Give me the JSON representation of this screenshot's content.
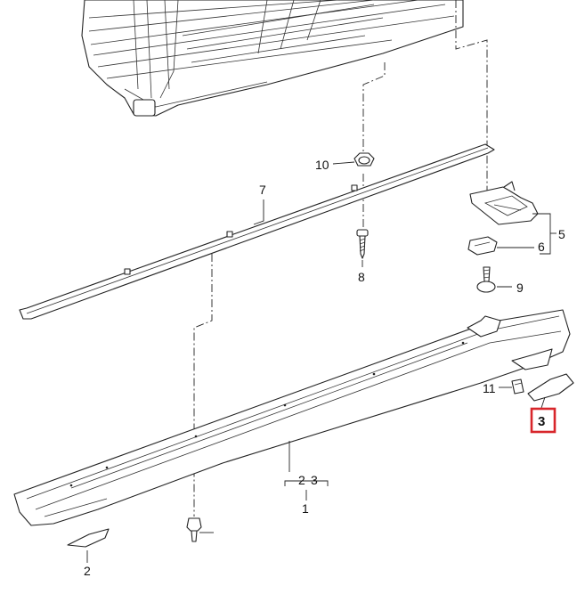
{
  "callouts": {
    "c10": "10",
    "c7": "7",
    "c8": "8",
    "c5": "5",
    "c6": "6",
    "c9": "9",
    "c11": "11",
    "c3_highlight": "3",
    "c2_bracket": "2",
    "c3_bracket": "3",
    "c1": "1",
    "c2": "2"
  },
  "colors": {
    "highlight": "#d8262b",
    "line": "#222222"
  }
}
